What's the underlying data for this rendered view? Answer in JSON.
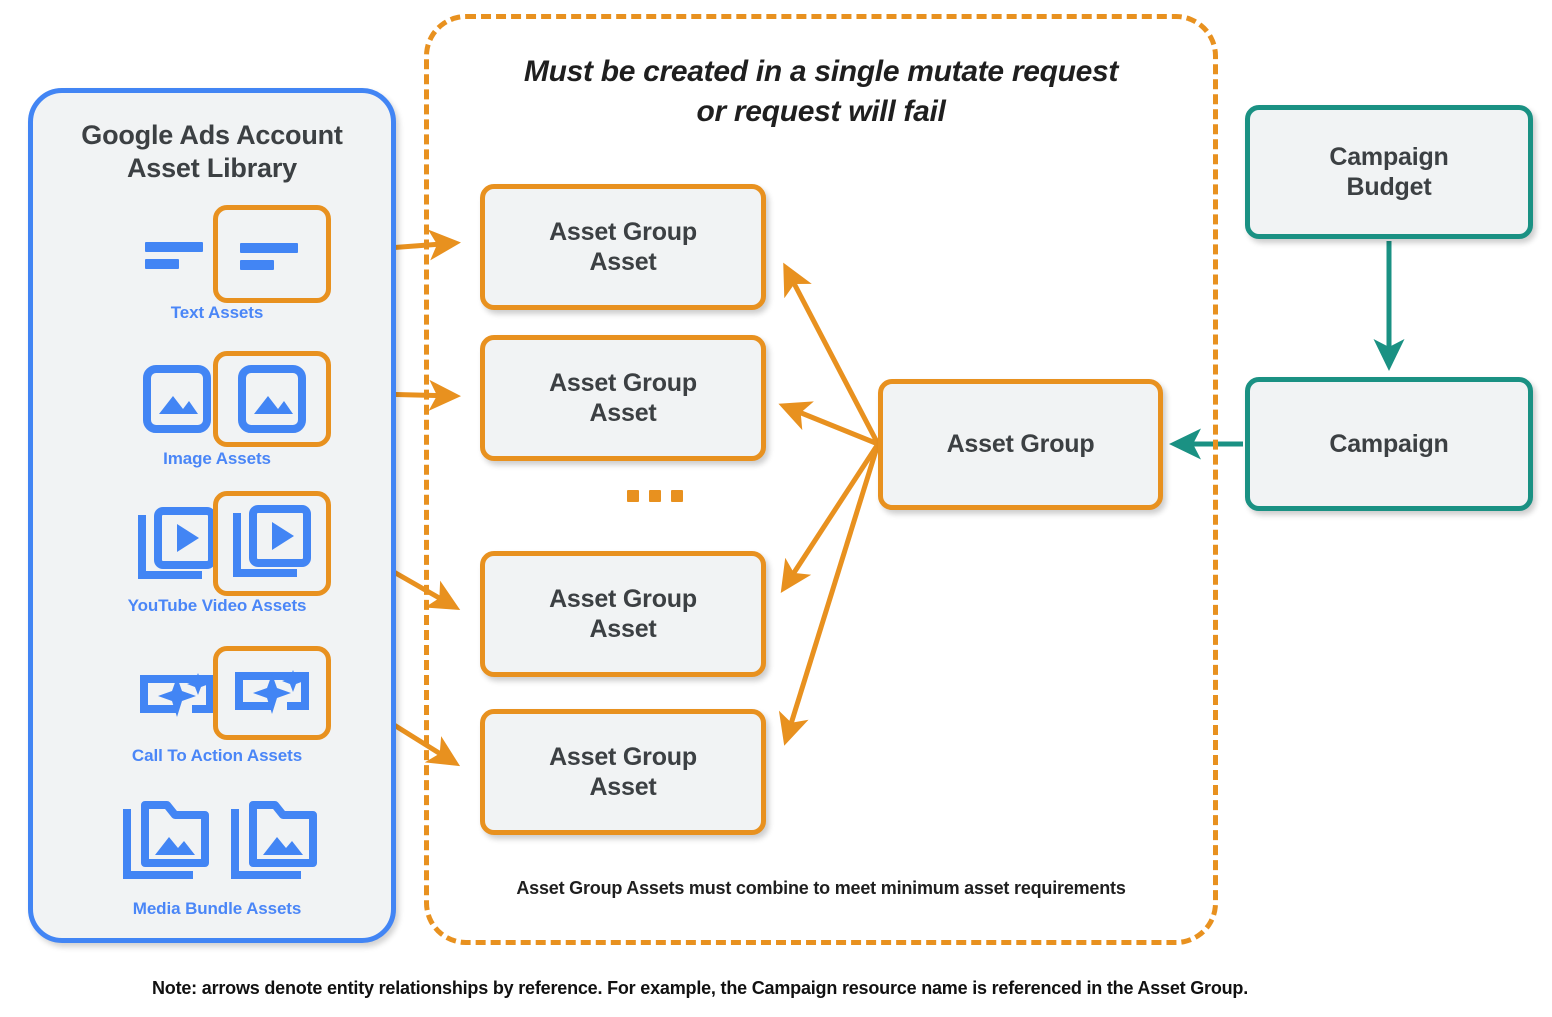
{
  "colors": {
    "orange": "#E8911F",
    "blue": "#4285F4",
    "caption_blue": "#4A86F7",
    "teal": "#1A9183",
    "node_fill": "#F1F3F4",
    "text_dark": "#3C4043"
  },
  "asset_library": {
    "title_line1": "Google Ads Account",
    "title_line2": "Asset Library",
    "rows": [
      {
        "caption": "Text Assets",
        "icon": "text-lines-icon"
      },
      {
        "caption": "Image Assets",
        "icon": "image-icon"
      },
      {
        "caption": "YouTube Video  Assets",
        "icon": "video-play-stack-icon"
      },
      {
        "caption": "Call To Action Assets",
        "icon": "call-to-action-sparkle-icon"
      },
      {
        "caption": "Media Bundle  Assets",
        "icon": "media-bundle-folder-icon"
      }
    ]
  },
  "mutate_container": {
    "title_line1": "Must be created in a single mutate request",
    "title_line2": "or request will fail",
    "footnote": "Asset Group Assets must combine to meet minimum asset requirements",
    "asset_group_assets": [
      {
        "label_line1": "Asset Group",
        "label_line2": "Asset"
      },
      {
        "label_line1": "Asset Group",
        "label_line2": "Asset"
      },
      {
        "label_line1": "Asset Group",
        "label_line2": "Asset"
      },
      {
        "label_line1": "Asset Group",
        "label_line2": "Asset"
      }
    ],
    "ellipsis": "..."
  },
  "nodes": {
    "asset_group": "Asset Group",
    "campaign_budget_line1": "Campaign",
    "campaign_budget_line2": "Budget",
    "campaign": "Campaign"
  },
  "note": "Note: arrows denote entity relationships by reference. For example, the Campaign resource name is referenced in the Asset Group."
}
